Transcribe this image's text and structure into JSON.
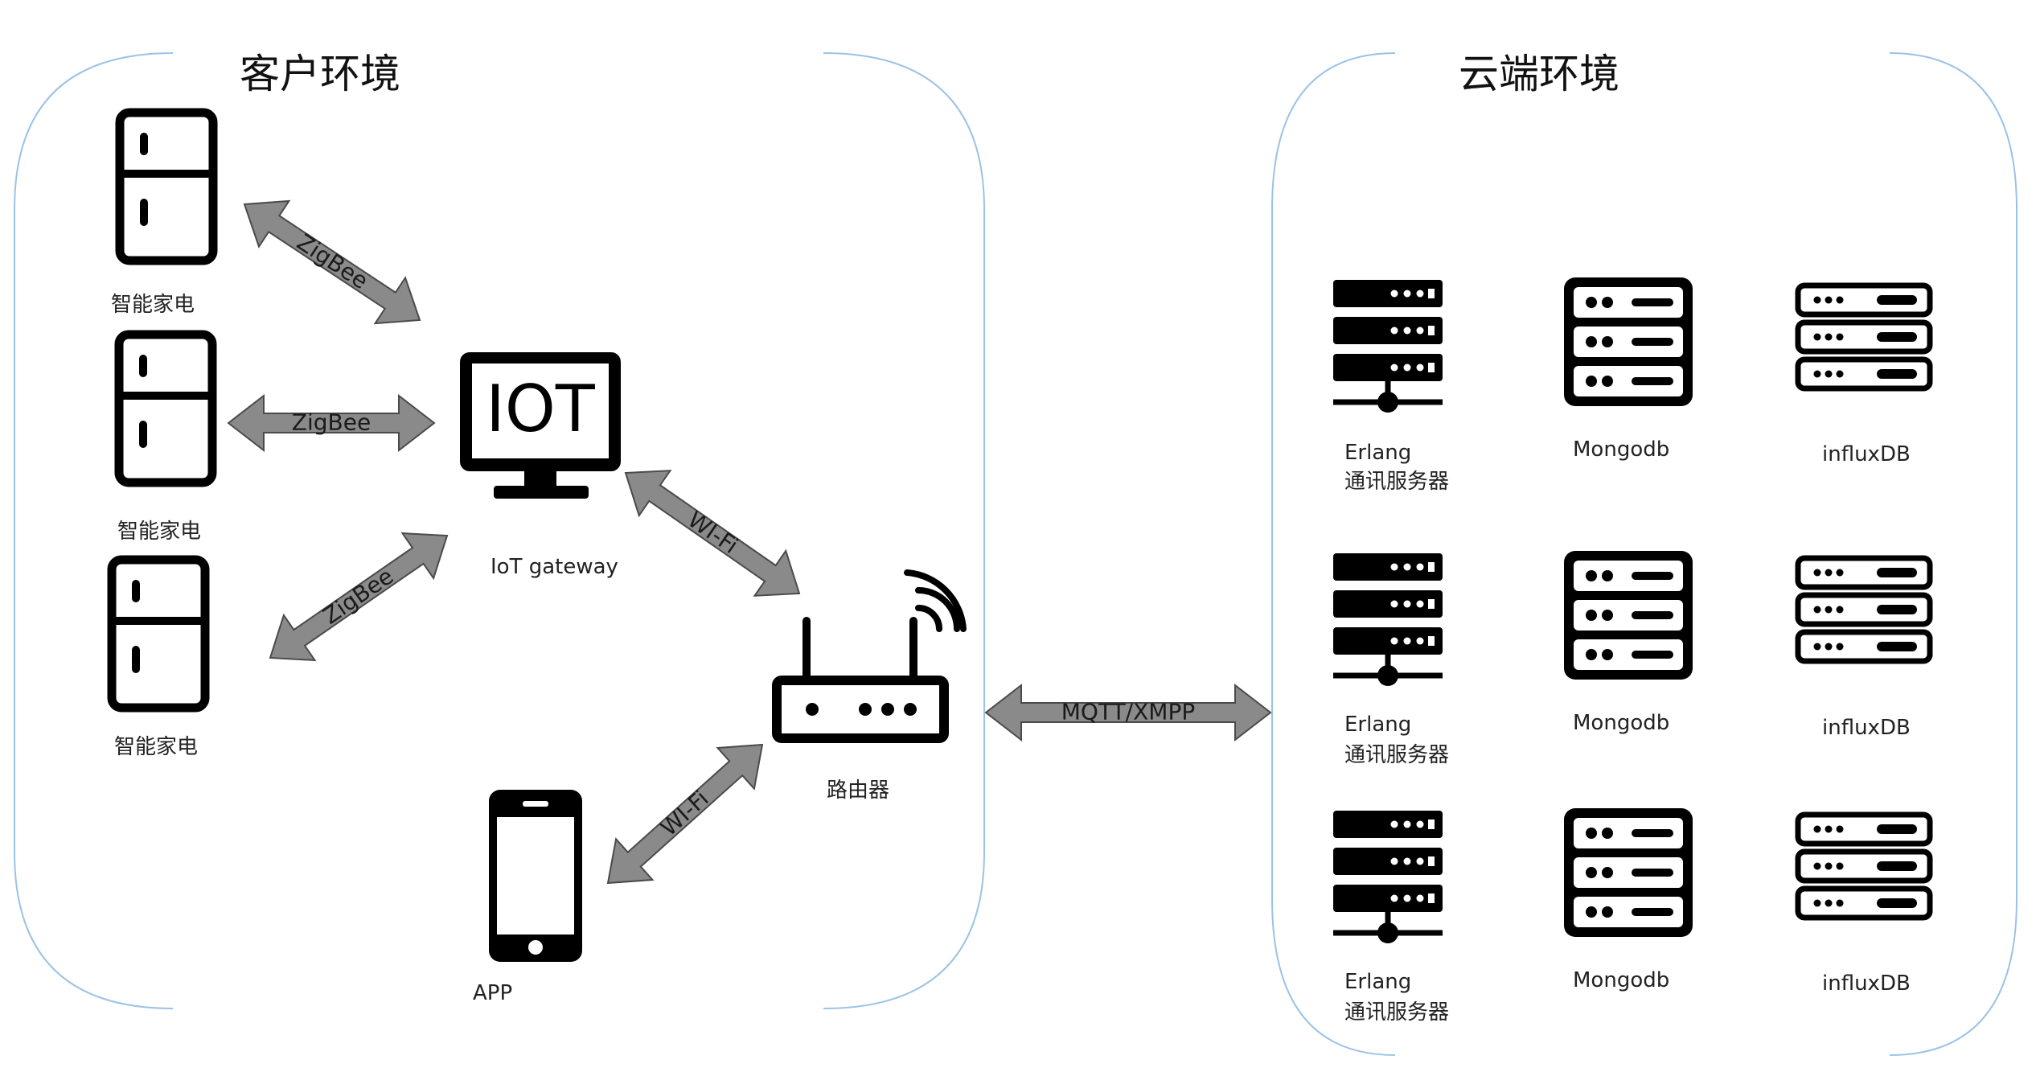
{
  "client": {
    "title": "客户环境",
    "appliances": [
      "智能家电",
      "智能家电",
      "智能家电"
    ],
    "gateway_screen_text": "IOT",
    "gateway_label": "IoT gateway",
    "router_label": "路由器",
    "app_label": "APP"
  },
  "cloud": {
    "title": "云端环境",
    "erlang_line1": "Erlang",
    "erlang_line2": "通讯服务器",
    "mongodb_label": "Mongodb",
    "influx_label": "influxDB"
  },
  "links": {
    "zigbee": "ZigBee",
    "wifi": "WI-Fi",
    "mqtt": "MQTT/XMPP"
  },
  "colors": {
    "arrow_fill": "#8a8a8a",
    "arrow_stroke": "#4a4a4a",
    "panel_border": "#9cc3e6",
    "icon": "#000000"
  },
  "icons": {
    "appliance": "fridge-icon",
    "gateway": "monitor-icon",
    "router": "router-icon",
    "app": "smartphone-icon",
    "erlang": "server-rack-icon",
    "mongodb": "database-server-icon",
    "influx": "storage-server-icon"
  }
}
